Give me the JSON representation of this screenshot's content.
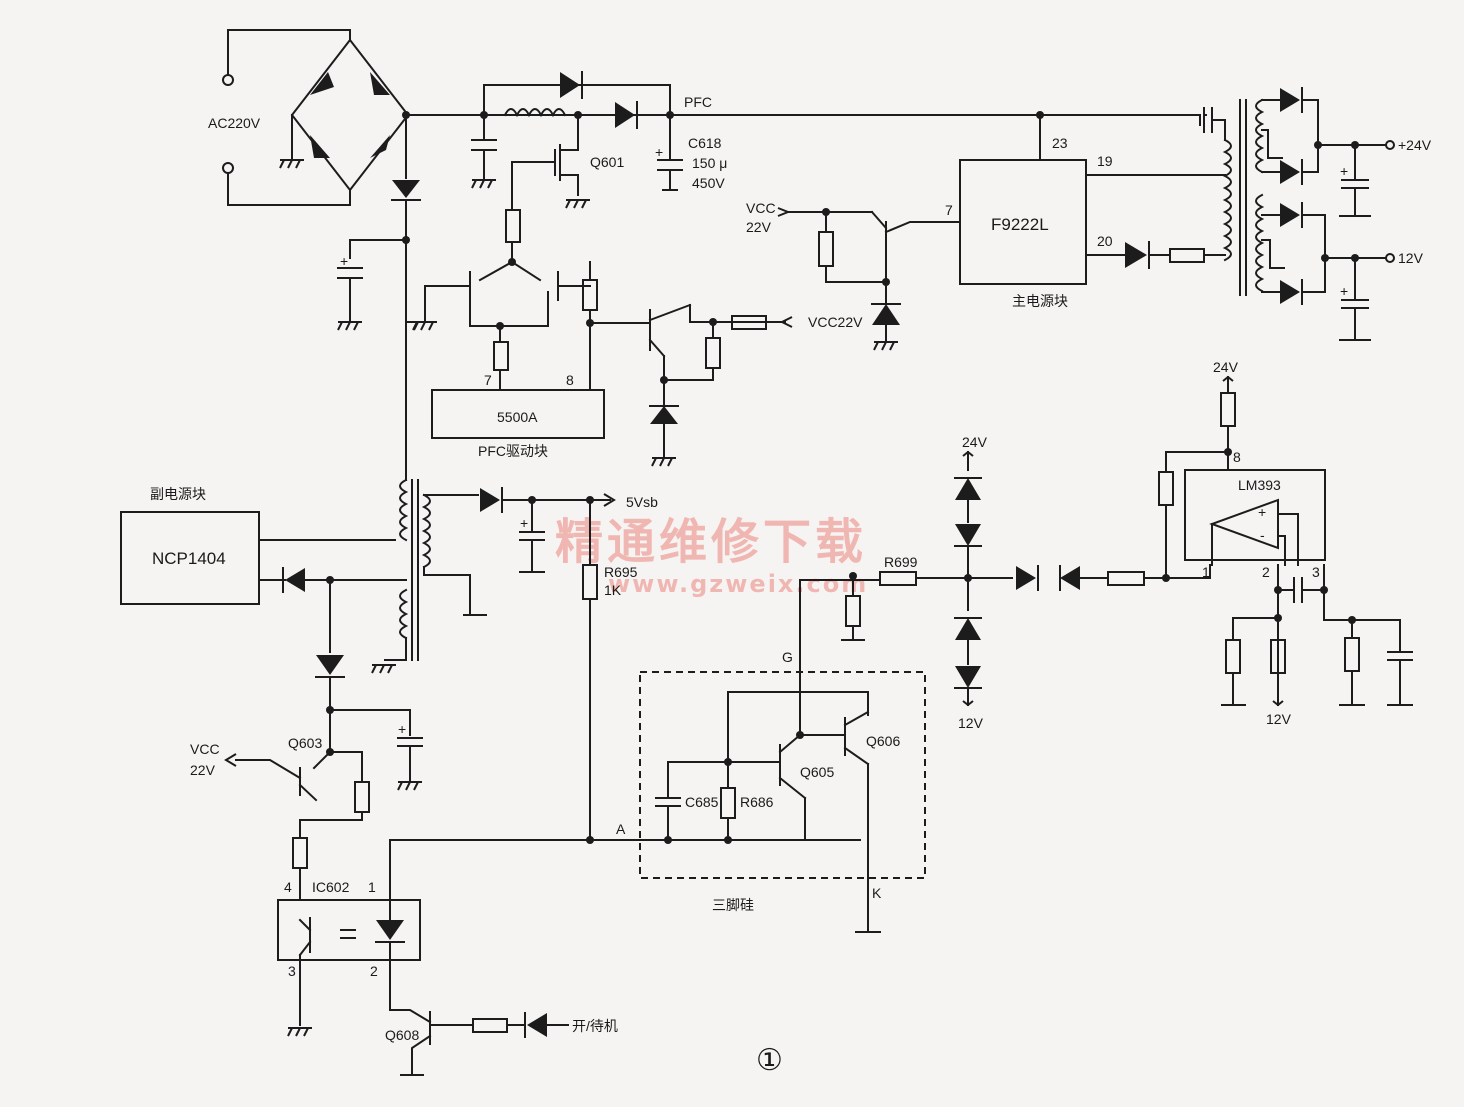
{
  "labels": {
    "ac_input": "AC220V",
    "pfc": "PFC",
    "c618": "C618",
    "c618_cap": "150 μ",
    "c618_volt": "450V",
    "q601": "Q601",
    "pfc_ic": "5500A",
    "pfc_ic_pin7": "7",
    "pfc_ic_pin8": "8",
    "pfc_block": "PFC驱动块",
    "vcc22v_in": "VCC22V",
    "vcc_main_top": "VCC",
    "vcc_main_bot": "22V",
    "main_ic": "F9222L",
    "main_pin7": "7",
    "main_pin23": "23",
    "main_pin19": "19",
    "main_pin20": "20",
    "main_block": "主电源块",
    "out_24v": "+24V",
    "out_12v": "12V",
    "sub_block": "副电源块",
    "sub_ic": "NCP1404",
    "out_5vsb": "5Vsb",
    "r695": "R695",
    "r695_val": "1K",
    "r699": "R699",
    "zener_top": "24V",
    "zener_bot": "12V",
    "cmp_supply": "24V",
    "cmp_ic": "LM393",
    "cmp_pin8": "8",
    "cmp_pin1": "1",
    "cmp_pin2": "2",
    "cmp_pin3": "3",
    "cmp_bias": "12V",
    "gate": "G",
    "cathode": "K",
    "node_a": "A",
    "q603": "Q603",
    "vcc_sb_top": "VCC",
    "vcc_sb_bot": "22V",
    "oc": "IC602",
    "oc_pin4": "4",
    "oc_pin1": "1",
    "oc_pin3": "3",
    "oc_pin2": "2",
    "q605": "Q605",
    "q606": "Q606",
    "c685": "C685",
    "r686": "R686",
    "scr_block": "三脚硅",
    "q608": "Q608",
    "on_standby": "开/待机",
    "figure_no": "①",
    "watermark_cn": "精通维修下载",
    "watermark_url": "www.gzweix.com"
  }
}
